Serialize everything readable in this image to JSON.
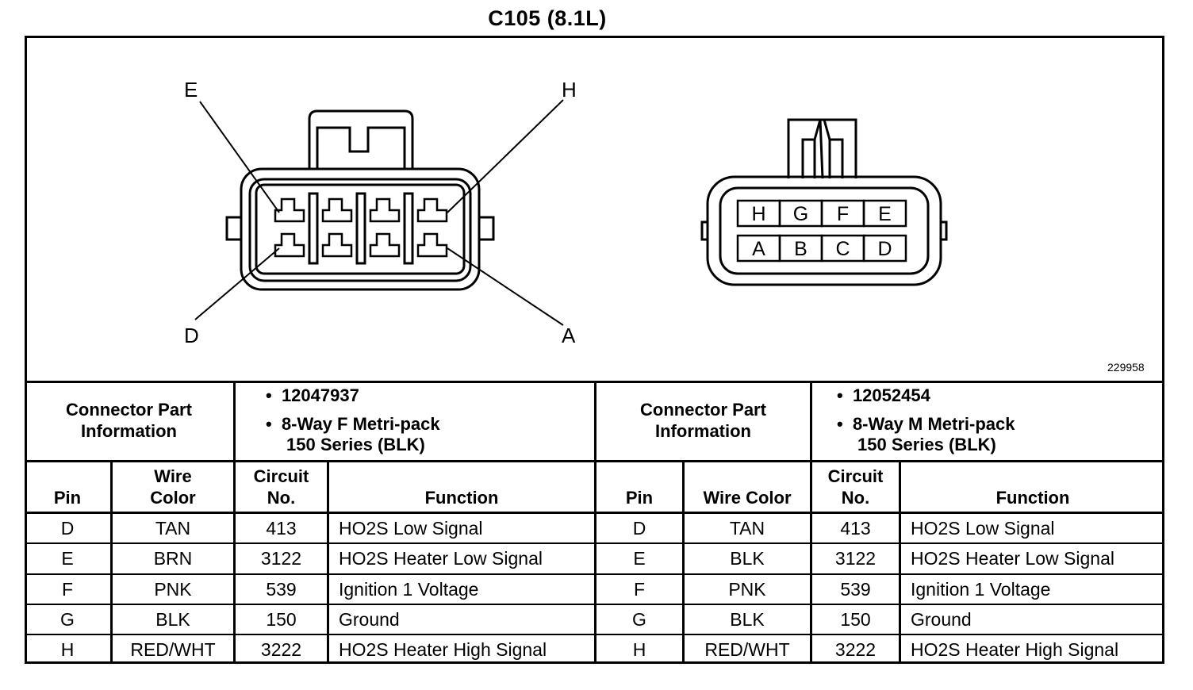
{
  "title": "C105 (8.1L)",
  "figure_id": "229958",
  "diagram": {
    "female_callouts": [
      "E",
      "H",
      "D",
      "A"
    ],
    "male_pins_top": [
      "H",
      "G",
      "F",
      "E"
    ],
    "male_pins_bottom": [
      "A",
      "B",
      "C",
      "D"
    ]
  },
  "left": {
    "info_label": [
      "Connector Part",
      "Information"
    ],
    "info_part": "12047937",
    "info_desc": [
      "8-Way F Metri-pack",
      "150 Series (BLK)"
    ],
    "headers": {
      "pin": "Pin",
      "wire": [
        "Wire",
        "Color"
      ],
      "circuit": [
        "Circuit",
        "No."
      ],
      "function": "Function"
    },
    "rows": [
      {
        "pin": "D",
        "wire": "TAN",
        "circuit": "413",
        "function": "HO2S Low Signal"
      },
      {
        "pin": "E",
        "wire": "BRN",
        "circuit": "3122",
        "function": "HO2S Heater Low Signal"
      },
      {
        "pin": "F",
        "wire": "PNK",
        "circuit": "539",
        "function": "Ignition 1 Voltage"
      },
      {
        "pin": "G",
        "wire": "BLK",
        "circuit": "150",
        "function": "Ground"
      },
      {
        "pin": "H",
        "wire": "RED/WHT",
        "circuit": "3222",
        "function": "HO2S Heater High Signal"
      }
    ]
  },
  "right": {
    "info_label": [
      "Connector Part",
      "Information"
    ],
    "info_part": "12052454",
    "info_desc": [
      "8-Way M Metri-pack",
      "150 Series (BLK)"
    ],
    "headers": {
      "pin": "Pin",
      "wire": "Wire Color",
      "circuit": [
        "Circuit",
        "No."
      ],
      "function": "Function"
    },
    "rows": [
      {
        "pin": "D",
        "wire": "TAN",
        "circuit": "413",
        "function": "HO2S Low Signal"
      },
      {
        "pin": "E",
        "wire": "BLK",
        "circuit": "3122",
        "function": "HO2S Heater Low Signal"
      },
      {
        "pin": "F",
        "wire": "PNK",
        "circuit": "539",
        "function": "Ignition 1 Voltage"
      },
      {
        "pin": "G",
        "wire": "BLK",
        "circuit": "150",
        "function": "Ground"
      },
      {
        "pin": "H",
        "wire": "RED/WHT",
        "circuit": "3222",
        "function": "HO2S Heater High Signal"
      }
    ]
  }
}
